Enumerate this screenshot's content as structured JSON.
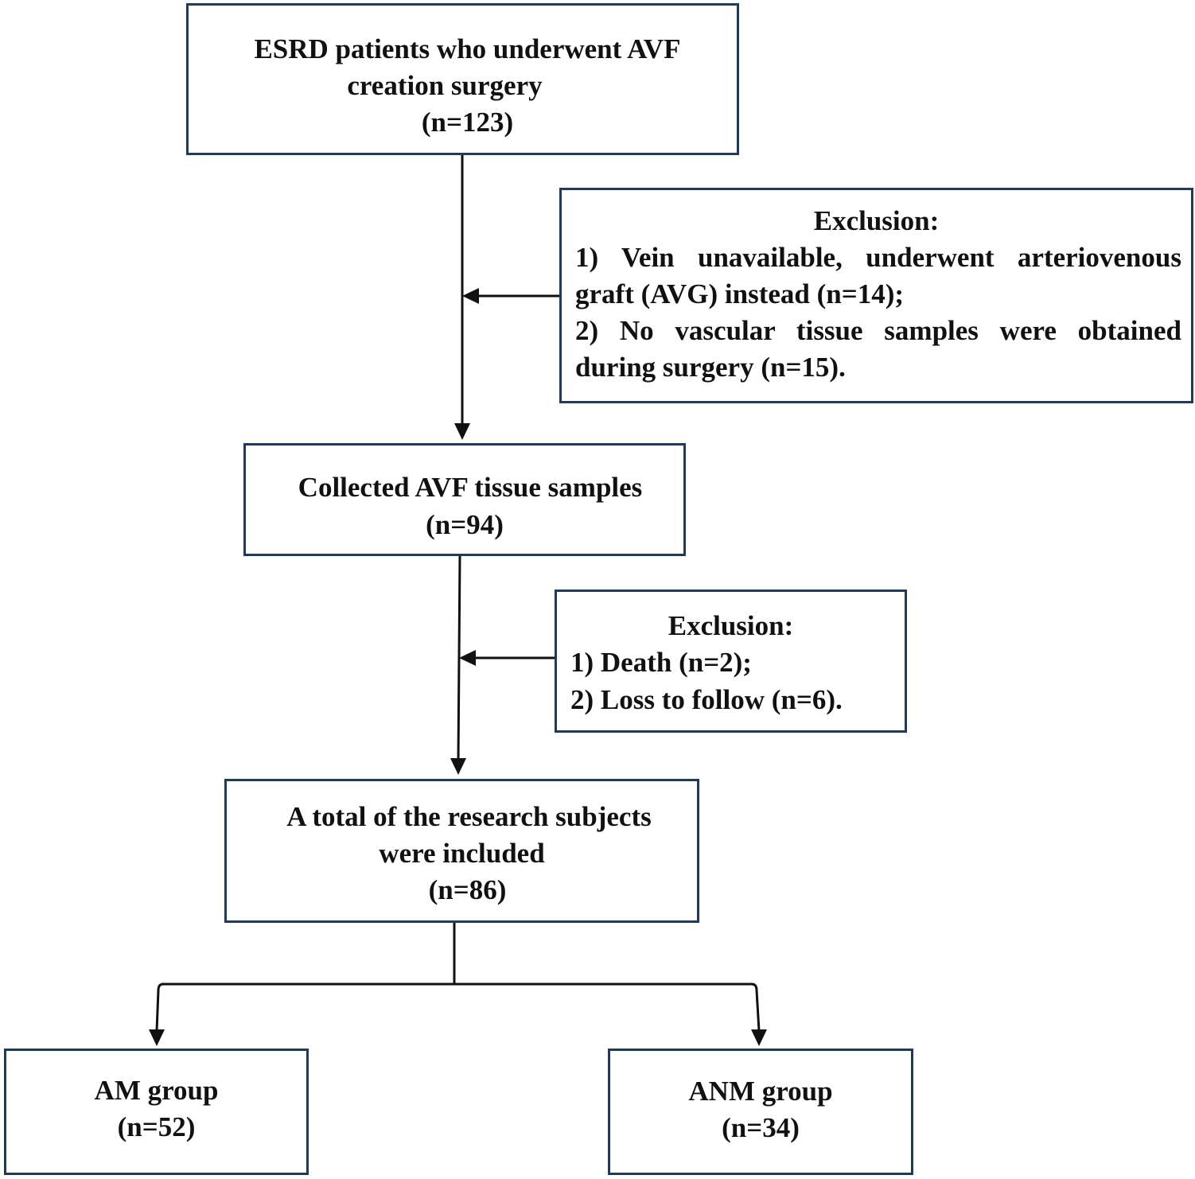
{
  "boxes": {
    "esrd": {
      "line1": "ESRD patients who underwent AVF",
      "line2": "creation surgery",
      "line3": "(n=123)"
    },
    "exclusion1": {
      "title": "Exclusion:",
      "line1": "1) Vein unavailable, underwent arteriovenous",
      "line2": "graft (AVG) instead (n=14);",
      "line3": "2) No vascular tissue samples were obtained",
      "line4": "during surgery (n=15)."
    },
    "collected": {
      "line1": "Collected AVF tissue samples",
      "line2": "(n=94)"
    },
    "exclusion2": {
      "title": "Exclusion:",
      "line1": "1) Death (n=2);",
      "line2": "2) Loss to follow (n=6)."
    },
    "total": {
      "line1": "A total of the research subjects",
      "line2": "were included",
      "line3": "(n=86)"
    },
    "am": {
      "line1": "AM group",
      "line2": "(n=52)"
    },
    "anm": {
      "line1": "ANM group",
      "line2": "(n=34)"
    }
  },
  "colors": {
    "box_border": "#1f3a5f",
    "connector": "#111111"
  }
}
